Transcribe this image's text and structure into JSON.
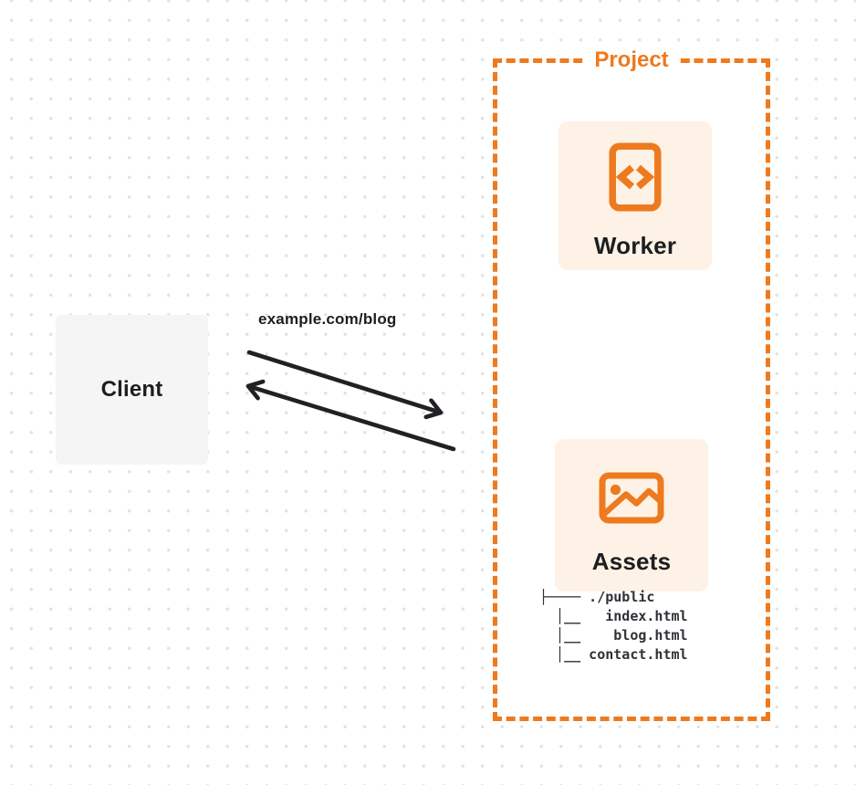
{
  "client": {
    "label": "Client"
  },
  "request": {
    "url_label": "example.com/blog",
    "arrows": [
      "request-arrow",
      "response-arrow"
    ],
    "arrow_color": "#202124"
  },
  "project": {
    "label": "Project",
    "accent_color": "#ee7a1f",
    "card_background": "#fdf2e5",
    "worker": {
      "label": "Worker",
      "icon": "code-document-icon"
    },
    "assets": {
      "label": "Assets",
      "icon": "image-icon",
      "file_tree": "├──── ./public\n  │__   index.html\n  │__    blog.html\n  │__ contact.html"
    }
  }
}
